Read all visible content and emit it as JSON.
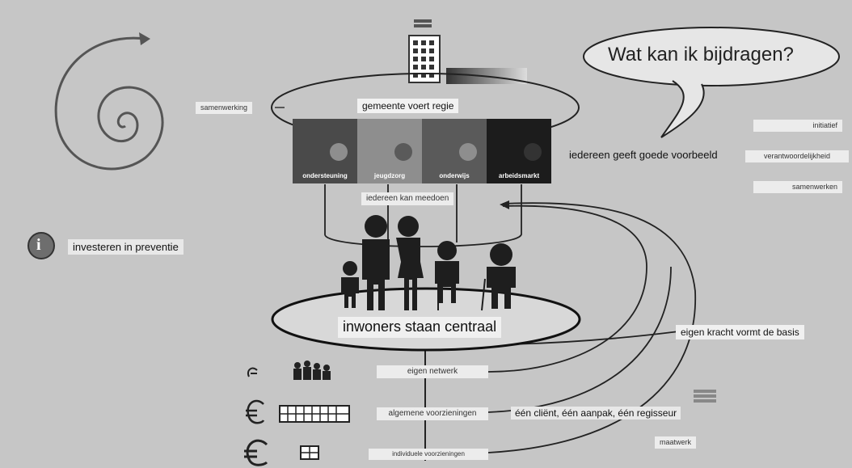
{
  "speech_bubble": {
    "text": "Wat kan ik bijdragen?"
  },
  "top": {
    "regie_label": "gemeente voert regie",
    "samenwerking_label": "samenwerking"
  },
  "tiles": [
    {
      "label": "ondersteuning",
      "color": "#4a4a4a"
    },
    {
      "label": "jeugdzorg",
      "color": "#8e8e8e"
    },
    {
      "label": "onderwijs",
      "color": "#5a5a5a"
    },
    {
      "label": "arbeidsmarkt",
      "color": "#1c1c1c"
    }
  ],
  "left": {
    "info_icon_char": "i",
    "preventie_label": "investeren in preventie"
  },
  "right": {
    "voorbeeld_label": "iedereen geeft goede voorbeeld",
    "values": [
      "initiatief",
      "verantwoordelijkheid",
      "samenwerken"
    ]
  },
  "center": {
    "meedoen_label": "iedereen kan meedoen",
    "inwoners_label": "inwoners staan centraal",
    "eigen_kracht_label": "eigen kracht vormt de basis"
  },
  "levels": [
    {
      "label": "eigen netwerk"
    },
    {
      "label": "algemene voorzieningen"
    },
    {
      "label": "individuele voorzieningen"
    }
  ],
  "bottom_right": {
    "regisseur_label": "één cliënt, één aanpak, één regisseur",
    "maatwerk_label": "maatwerk"
  }
}
